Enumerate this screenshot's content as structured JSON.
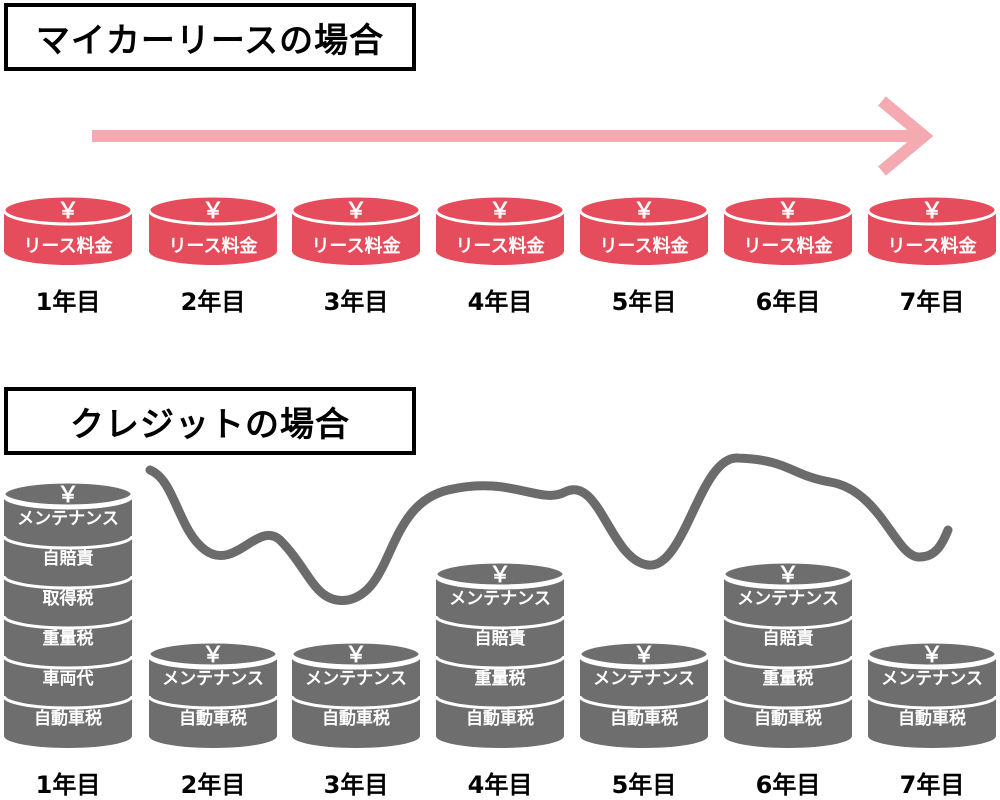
{
  "lease_section": {
    "title": "マイカーリースの場合",
    "coin_symbol": "￥",
    "coin_label": "リース料金",
    "years": [
      "1年目",
      "2年目",
      "3年目",
      "4年目",
      "5年目",
      "6年目",
      "7年目"
    ]
  },
  "credit_section": {
    "title": "クレジットの場合",
    "coin_symbol": "￥",
    "years": [
      "1年目",
      "2年目",
      "3年目",
      "4年目",
      "5年目",
      "6年目",
      "7年目"
    ],
    "stacks": [
      [
        "メンテナンス",
        "自賠責",
        "取得税",
        "重量税",
        "車両代",
        "自動車税"
      ],
      [
        "メンテナンス",
        "自動車税"
      ],
      [
        "メンテナンス",
        "自動車税"
      ],
      [
        "メンテナンス",
        "自賠責",
        "重量税",
        "自動車税"
      ],
      [
        "メンテナンス",
        "自動車税"
      ],
      [
        "メンテナンス",
        "自賠責",
        "重量税",
        "自動車税"
      ],
      [
        "メンテナンス",
        "自動車税"
      ]
    ]
  },
  "colors": {
    "lease_coin": "#e64d5c",
    "lease_coin_edge": "#ffffff",
    "arrow": "#f4aab0",
    "credit_coin": "#6e6e6e",
    "wave": "#6b6b6b",
    "text_on_coin": "#ffffff"
  }
}
